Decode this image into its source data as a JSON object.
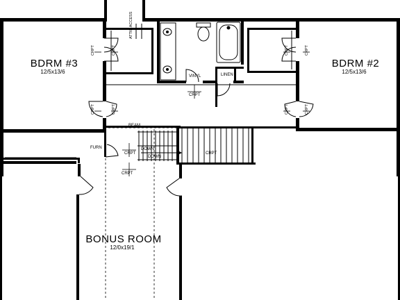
{
  "rooms": {
    "bdrm3": {
      "name": "BDRM #3",
      "dims": "12/5x13/6"
    },
    "bdrm2": {
      "name": "BDRM #2",
      "dims": "12/5x13/6"
    },
    "bonus": {
      "name": "BONUS ROOM",
      "dims": "12/0x19/1"
    }
  },
  "notes": {
    "attic_access": "ATTIC ACCESS",
    "vinyl": "VINYL",
    "linen": "LINEN",
    "beam": "BEAM",
    "furn": "FURN",
    "down": "DOWN",
    "crpt": "CRPT"
  }
}
